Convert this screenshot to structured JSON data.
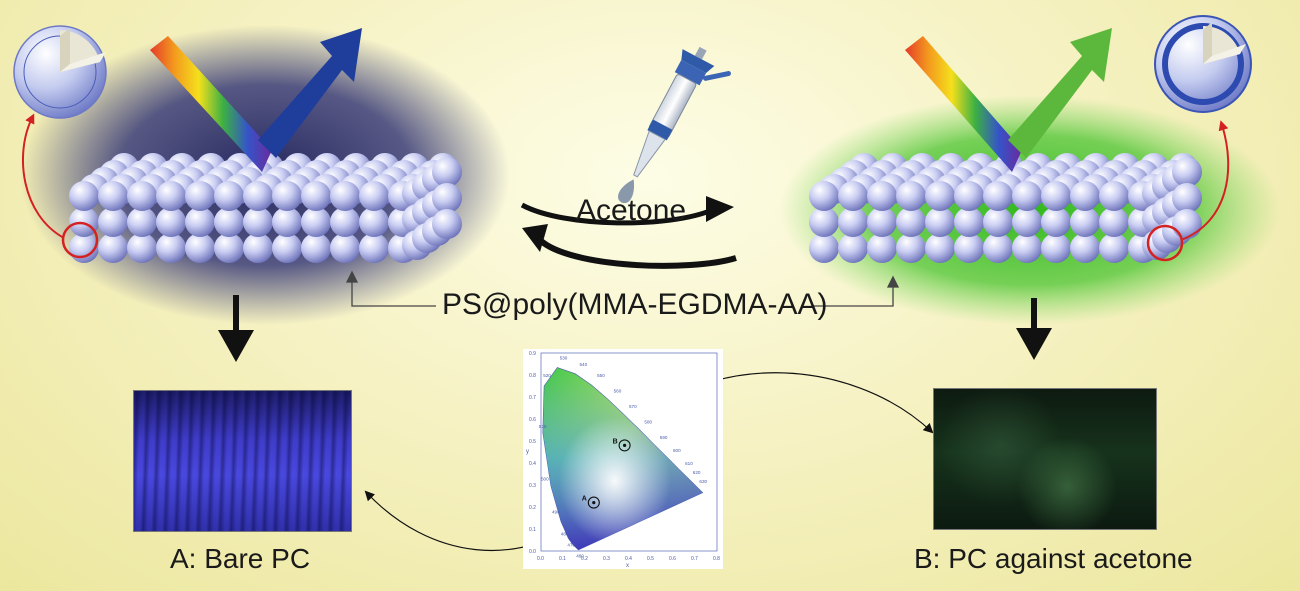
{
  "labels": {
    "acetone": "Acetone",
    "polymer": "PS@poly(MMA-EGDMA-AA)",
    "caption_a": "A: Bare PC",
    "caption_b": "B: PC against acetone"
  },
  "cie": {
    "y_axis_title": "y",
    "x_axis_title": "x",
    "x_ticks": [
      "0.0",
      "0.1",
      "0.2",
      "0.3",
      "0.4",
      "0.5",
      "0.6",
      "0.7",
      "0.8"
    ],
    "y_ticks": [
      "0.0",
      "0.1",
      "0.2",
      "0.3",
      "0.4",
      "0.5",
      "0.6",
      "0.7",
      "0.8",
      "0.9"
    ],
    "point_a": {
      "label": "A",
      "x": 0.24,
      "y": 0.22
    },
    "point_b": {
      "label": "B",
      "x": 0.38,
      "y": 0.48
    },
    "wavelength_labels": [
      "460",
      "470",
      "480",
      "490",
      "500",
      "510",
      "520",
      "530",
      "540",
      "550",
      "560",
      "570",
      "580",
      "590",
      "600",
      "610",
      "620",
      "630"
    ]
  },
  "colors": {
    "bare_glow": "#2b2e6b",
    "acetone_glow": "#3fbf2a",
    "blue_arrow": "#1f3e9c",
    "green_arrow": "#5cb83c",
    "highlight_ring": "#d42222"
  }
}
